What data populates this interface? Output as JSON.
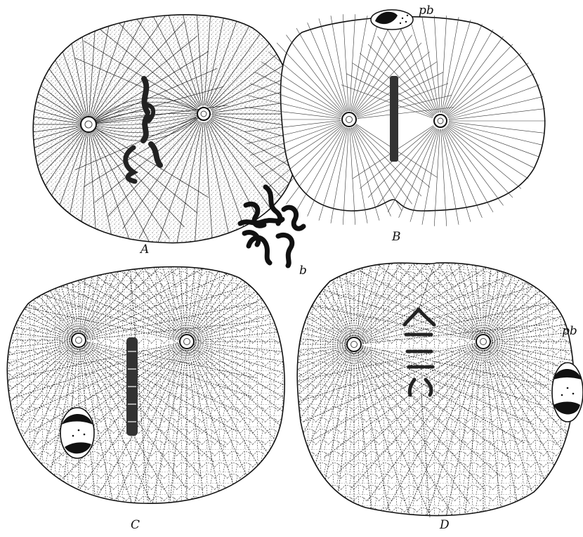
{
  "figure": {
    "panels": [
      {
        "id": "A",
        "label": "A",
        "description_style": "stippled cytoplasm"
      },
      {
        "id": "B",
        "label": "B",
        "polar_body_label": "pb"
      },
      {
        "id": "C",
        "label": "C"
      },
      {
        "id": "D",
        "label": "D",
        "polar_body_label": "pb"
      }
    ],
    "chromosome_inset": {
      "label": "b"
    }
  },
  "colors": {
    "ink": "#111111",
    "paper": "#ffffff"
  }
}
